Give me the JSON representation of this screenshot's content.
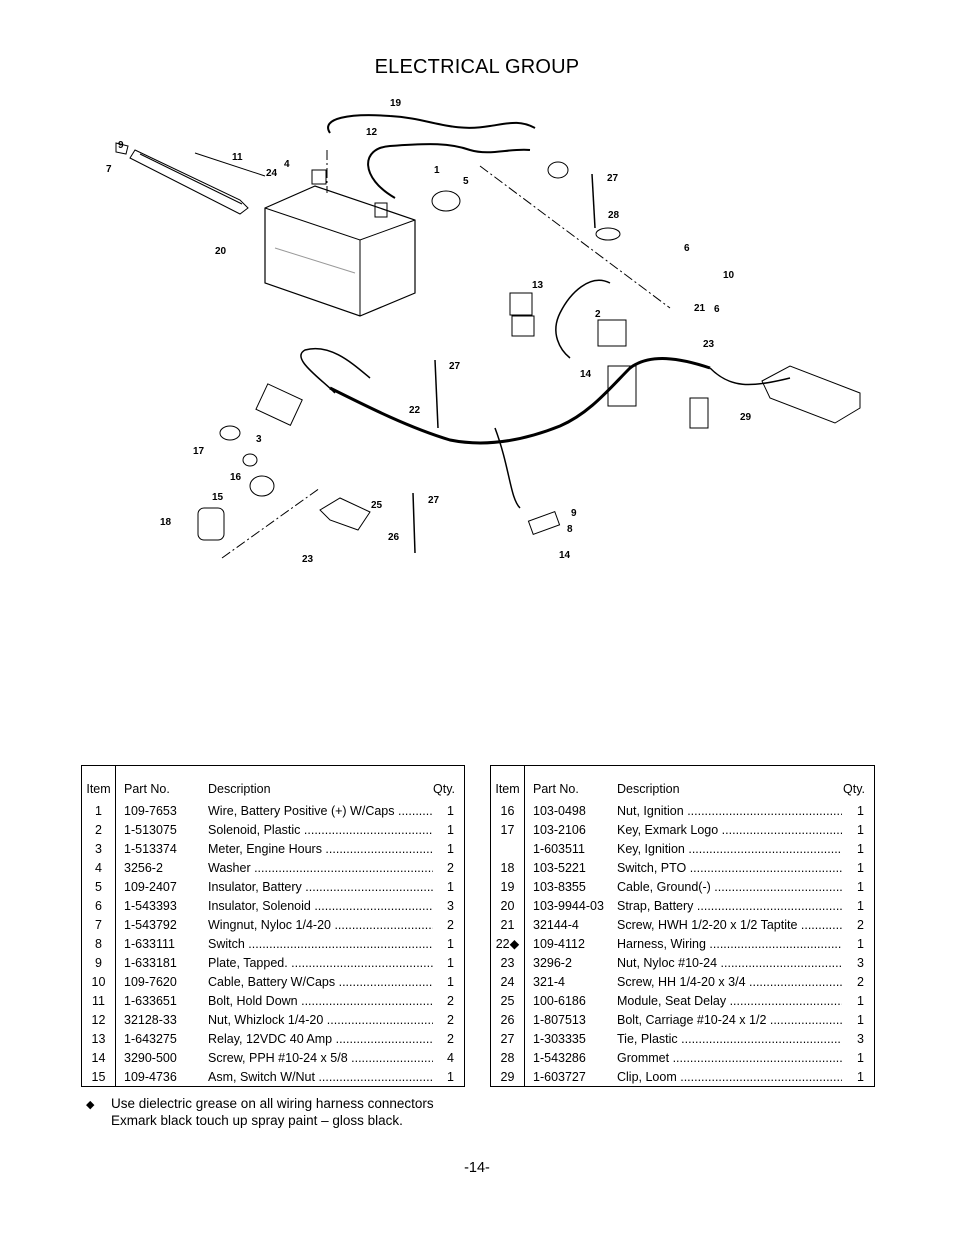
{
  "page": {
    "title": "ELECTRICAL GROUP",
    "page_number": "-14-"
  },
  "diagram": {
    "callouts": [
      "19",
      "12",
      "9",
      "7",
      "11",
      "4",
      "24",
      "1",
      "5",
      "27",
      "28",
      "6",
      "10",
      "20",
      "13",
      "2",
      "21",
      "6",
      "23",
      "14",
      "29",
      "27",
      "22",
      "17",
      "3",
      "16",
      "15",
      "18",
      "25",
      "27",
      "26",
      "23",
      "9",
      "8",
      "14"
    ]
  },
  "table_headers": {
    "item": "Item",
    "part": "Part No.",
    "description": "Description",
    "qty": "Qty."
  },
  "parts_left": [
    {
      "item": "1",
      "part": "109-7653",
      "desc": "Wire, Battery Positive (+) W/Caps",
      "qty": "1"
    },
    {
      "item": "2",
      "part": "1-513075",
      "desc": "Solenoid, Plastic",
      "qty": "1"
    },
    {
      "item": "3",
      "part": "1-513374",
      "desc": "Meter, Engine Hours",
      "qty": "1"
    },
    {
      "item": "4",
      "part": "3256-2",
      "desc": "Washer",
      "qty": "2"
    },
    {
      "item": "5",
      "part": "109-2407",
      "desc": "Insulator, Battery",
      "qty": "1"
    },
    {
      "item": "6",
      "part": "1-543393",
      "desc": "Insulator, Solenoid",
      "qty": "3"
    },
    {
      "item": "7",
      "part": "1-543792",
      "desc": "Wingnut, Nyloc 1/4-20",
      "qty": "2"
    },
    {
      "item": "8",
      "part": "1-633111",
      "desc": "Switch",
      "qty": "1"
    },
    {
      "item": "9",
      "part": "1-633181",
      "desc": "Plate, Tapped.",
      "qty": "1"
    },
    {
      "item": "10",
      "part": "109-7620",
      "desc": "Cable, Battery W/Caps",
      "qty": "1"
    },
    {
      "item": "11",
      "part": "1-633651",
      "desc": "Bolt, Hold Down",
      "qty": "2"
    },
    {
      "item": "12",
      "part": "32128-33",
      "desc": "Nut, Whizlock 1/4-20",
      "qty": "2"
    },
    {
      "item": "13",
      "part": "1-643275",
      "desc": "Relay, 12VDC 40 Amp",
      "qty": "2"
    },
    {
      "item": "14",
      "part": "3290-500",
      "desc": "Screw, PPH #10-24 x 5/8",
      "qty": "4"
    },
    {
      "item": "15",
      "part": "109-4736",
      "desc": "Asm, Switch W/Nut",
      "qty": "1"
    }
  ],
  "parts_right": [
    {
      "item": "16",
      "part": "103-0498",
      "desc": "Nut, Ignition",
      "qty": "1"
    },
    {
      "item": "17",
      "part": "103-2106",
      "desc": "Key, Exmark Logo",
      "qty": "1"
    },
    {
      "item": "",
      "part": "1-603511",
      "desc": "Key, Ignition",
      "qty": "1"
    },
    {
      "item": "18",
      "part": "103-5221",
      "desc": "Switch, PTO",
      "qty": "1"
    },
    {
      "item": "19",
      "part": "103-8355",
      "desc": "Cable, Ground(-)",
      "qty": "1"
    },
    {
      "item": "20",
      "part": "103-9944-03",
      "desc": "Strap, Battery",
      "qty": "1"
    },
    {
      "item": "21",
      "part": "32144-4",
      "desc": "Screw, HWH 1/2-20 x 1/2 Taptite",
      "qty": "2"
    },
    {
      "item": "22◆",
      "part": "109-4112",
      "desc": "Harness, Wiring",
      "qty": "1"
    },
    {
      "item": "23",
      "part": "3296-2",
      "desc": "Nut, Nyloc #10-24",
      "qty": "3"
    },
    {
      "item": "24",
      "part": "321-4",
      "desc": "Screw, HH 1/4-20 x 3/4",
      "qty": "2"
    },
    {
      "item": "25",
      "part": "100-6186",
      "desc": "Module, Seat Delay",
      "qty": "1"
    },
    {
      "item": "26",
      "part": "1-807513",
      "desc": "Bolt, Carriage #10-24 x 1/2",
      "qty": "1"
    },
    {
      "item": "27",
      "part": "1-303335",
      "desc": "Tie, Plastic",
      "qty": "3"
    },
    {
      "item": "28",
      "part": "1-543286",
      "desc": "Grommet",
      "qty": "1"
    },
    {
      "item": "29",
      "part": "1-603727",
      "desc": "Clip, Loom",
      "qty": "1"
    }
  ],
  "notes": {
    "bullet": "◆",
    "line1": "Use dielectric grease on all wiring harness connectors",
    "line2": "Exmark black touch up spray paint – gloss black."
  }
}
